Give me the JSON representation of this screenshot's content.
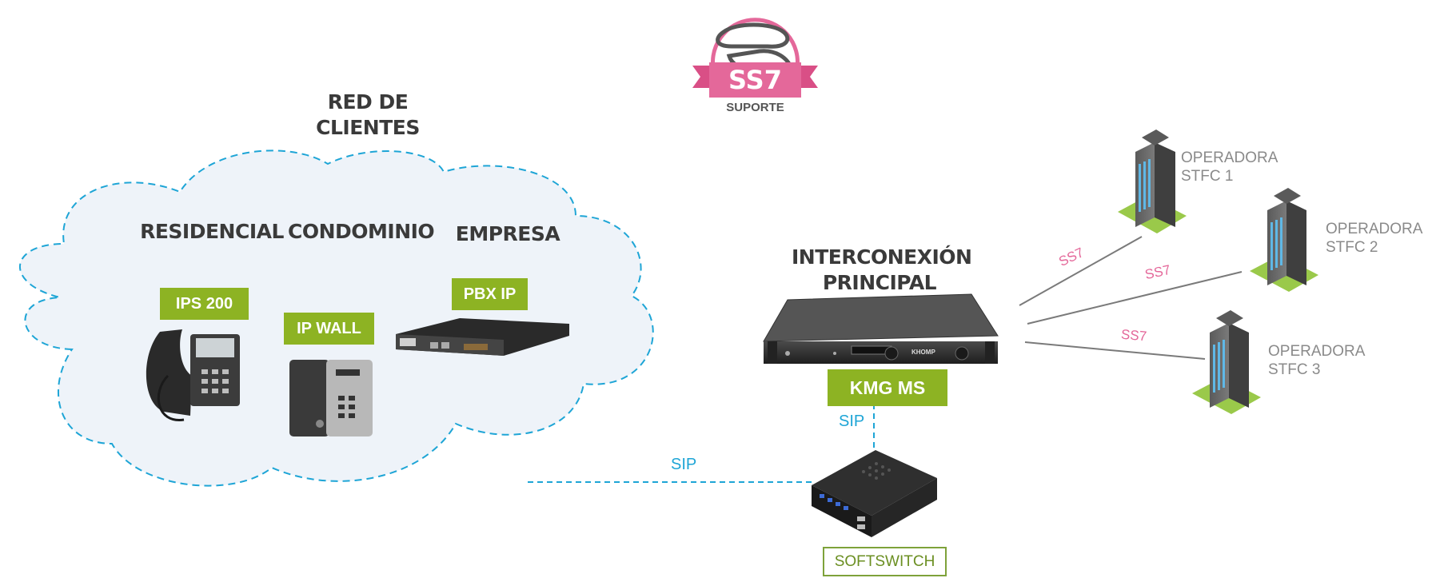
{
  "cloud": {
    "title_line1": "RED DE",
    "title_line2": "CLIENTES",
    "categories": [
      "RESIDENCIAL",
      "CONDOMINIO",
      "EMPRESA"
    ],
    "devices": [
      "IPS 200",
      "IP WALL",
      "PBX IP"
    ]
  },
  "badge": {
    "protocol": "SS7",
    "caption": "SUPORTE",
    "color": "#e4689a"
  },
  "gateway": {
    "title_line1": "INTERCONEXIÓN",
    "title_line2": "PRINCIPAL",
    "label": "KMG MS",
    "brand": "KHOMP"
  },
  "softswitch": {
    "label": "SOFTSWITCH"
  },
  "links": {
    "sip_vertical": "SIP",
    "sip_horizontal": "SIP",
    "ss7": [
      "SS7",
      "SS7",
      "SS7"
    ]
  },
  "operators": [
    {
      "line1": "OPERADORA",
      "line2": "STFC 1"
    },
    {
      "line1": "OPERADORA",
      "line2": "STFC 2"
    },
    {
      "line1": "OPERADORA",
      "line2": "STFC 3"
    }
  ],
  "colors": {
    "accent_green": "#8db323",
    "sip_blue": "#1ea5d6",
    "ss7_pink": "#e4689a",
    "cloud_fill": "#eef3f9"
  }
}
